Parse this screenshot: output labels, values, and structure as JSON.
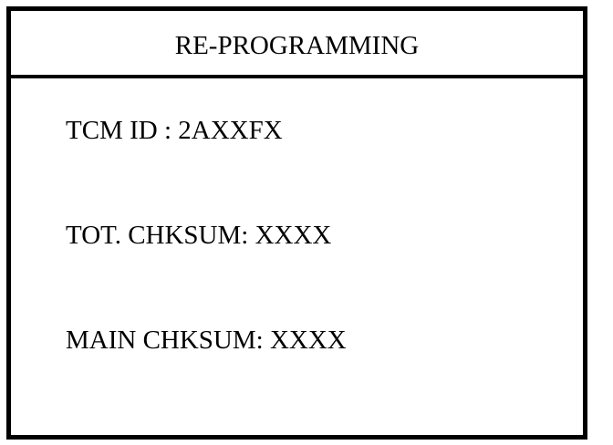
{
  "screen": {
    "title": "RE-PROGRAMMING",
    "fields": [
      {
        "text": "TCM ID : 2AXXFX"
      },
      {
        "text": "TOT. CHKSUM: XXXX"
      },
      {
        "text": "MAIN CHKSUM: XXXX"
      }
    ]
  }
}
